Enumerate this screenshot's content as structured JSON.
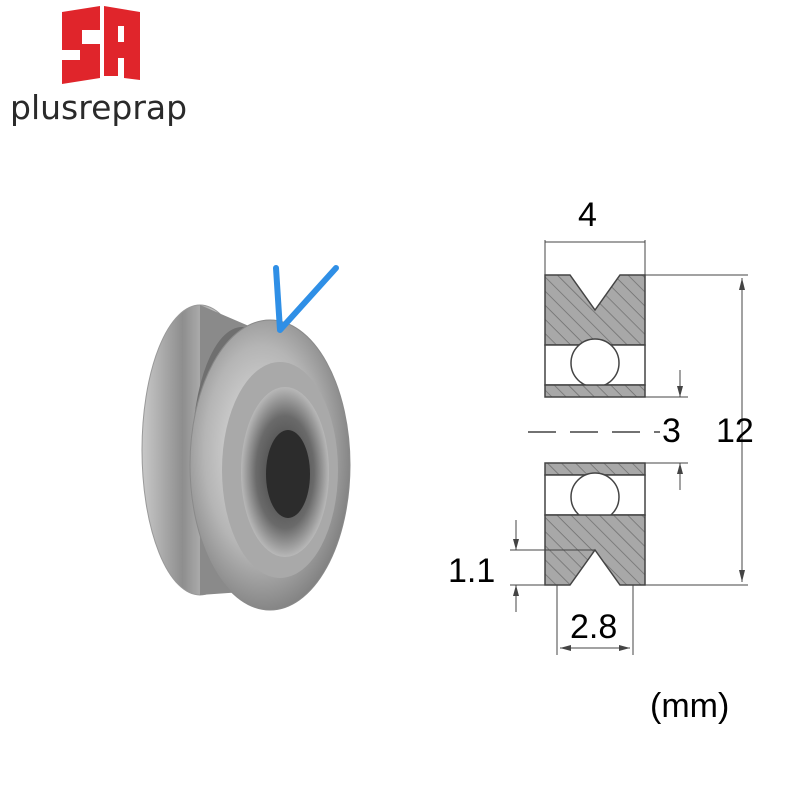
{
  "brand": {
    "logo_letters": "SA",
    "name": "plusreprap",
    "logo_color": "#e0252b"
  },
  "product": {
    "type": "v-groove-bearing-wheel",
    "groove_marker": "V",
    "groove_marker_color": "#2f8fe6"
  },
  "diagram": {
    "width_top": "4",
    "bore": "3",
    "outer_diameter": "12",
    "groove_depth": "1.1",
    "groove_width": "2.8",
    "unit": "(mm)"
  }
}
